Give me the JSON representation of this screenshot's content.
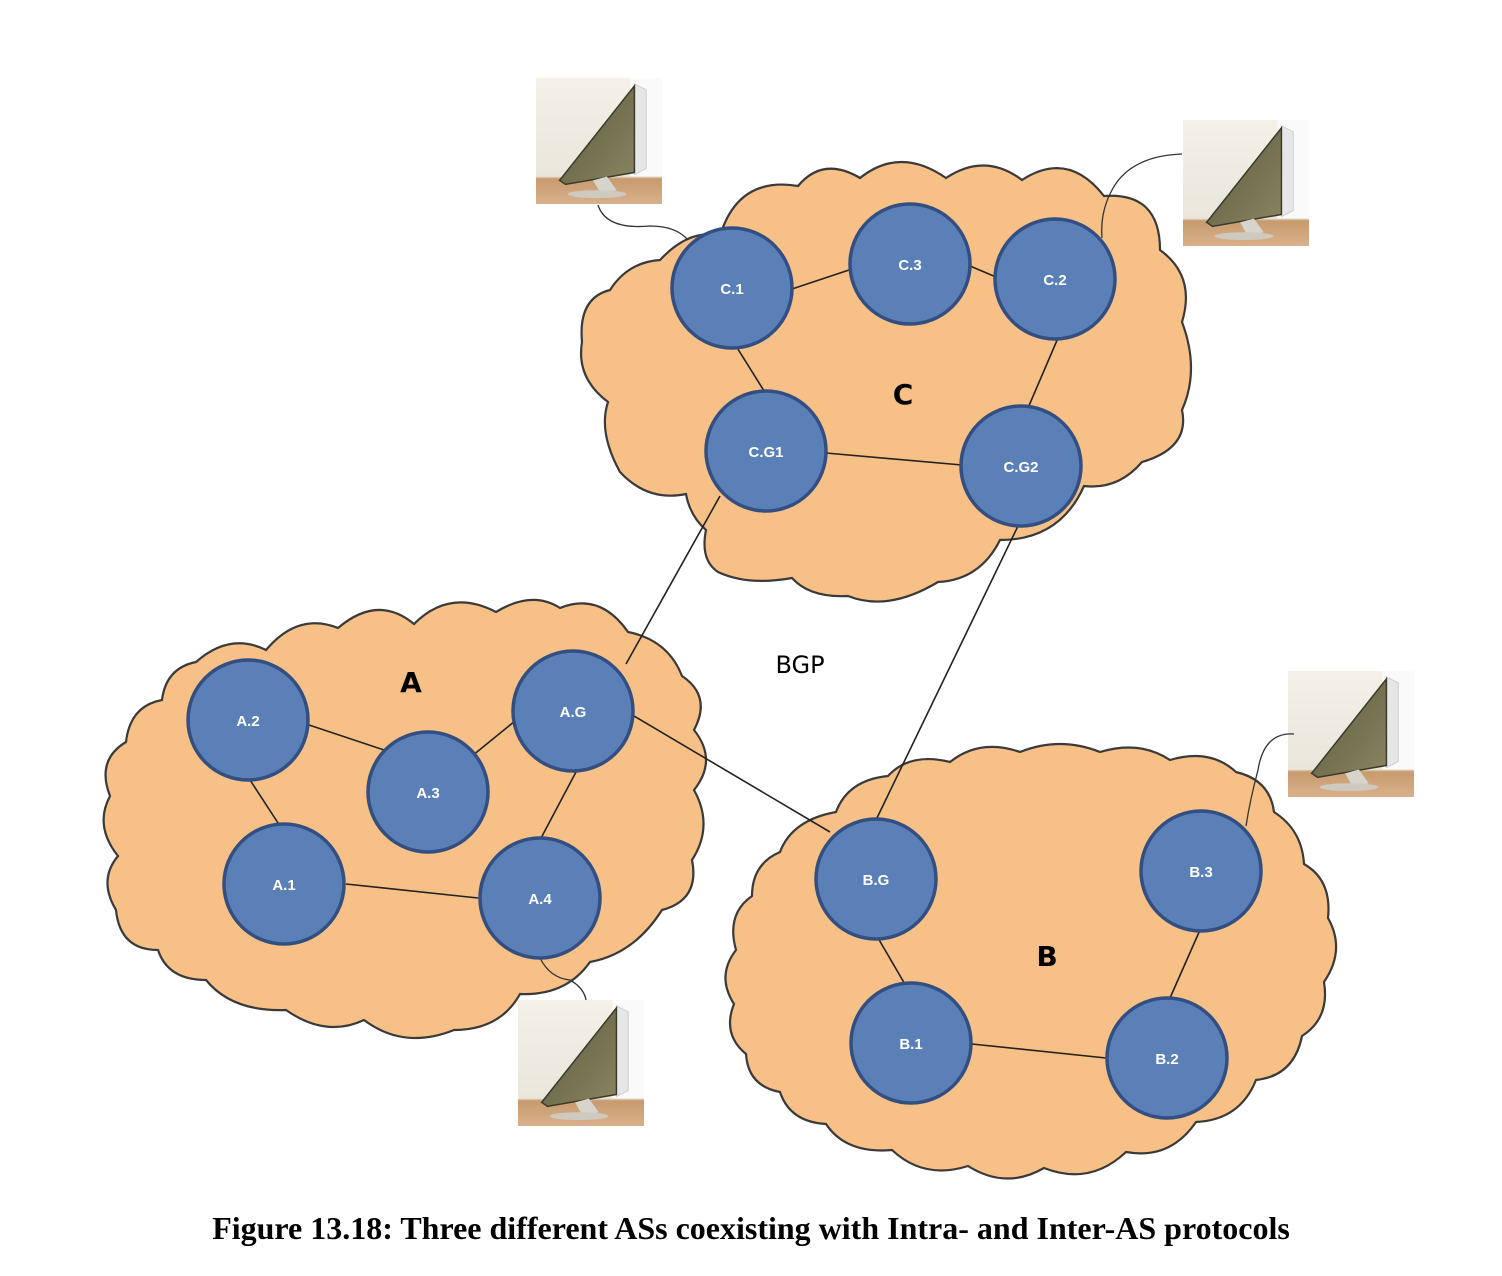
{
  "diagram": {
    "type": "network",
    "autonomous_systems": [
      {
        "id": "A",
        "label": "A"
      },
      {
        "id": "B",
        "label": "B"
      },
      {
        "id": "C",
        "label": "C"
      }
    ],
    "routers": {
      "c1": "C.1",
      "c3": "C.3",
      "c2": "C.2",
      "cg1": "C.G1",
      "cg2": "C.G2",
      "a2": "A.2",
      "a3": "A.3",
      "ag": "A.G",
      "a1": "A.1",
      "a4": "A.4",
      "bg": "B.G",
      "b3": "B.3",
      "b1": "B.1",
      "b2": "B.2"
    },
    "intra_links": [
      [
        "C.1",
        "C.3"
      ],
      [
        "C.3",
        "C.2"
      ],
      [
        "C.1",
        "C.G1"
      ],
      [
        "C.2",
        "C.G2"
      ],
      [
        "C.G1",
        "C.G2"
      ],
      [
        "A.2",
        "A.3"
      ],
      [
        "A.3",
        "A.G"
      ],
      [
        "A.2",
        "A.1"
      ],
      [
        "A.G",
        "A.4"
      ],
      [
        "A.1",
        "A.4"
      ],
      [
        "B.G",
        "B.1"
      ],
      [
        "B.1",
        "B.2"
      ],
      [
        "B.3",
        "B.2"
      ]
    ],
    "inter_as_links": [
      [
        "C.G1",
        "A.G"
      ],
      [
        "C.G2",
        "B.G"
      ],
      [
        "A.G",
        "B.G"
      ]
    ],
    "inter_as_protocol": "BGP",
    "hosts_attached_to": [
      "C.1",
      "C.2",
      "A.4",
      "B.3"
    ]
  },
  "caption": "Figure 13.18: Three different ASs coexisting with Intra- and Inter-AS protocols"
}
